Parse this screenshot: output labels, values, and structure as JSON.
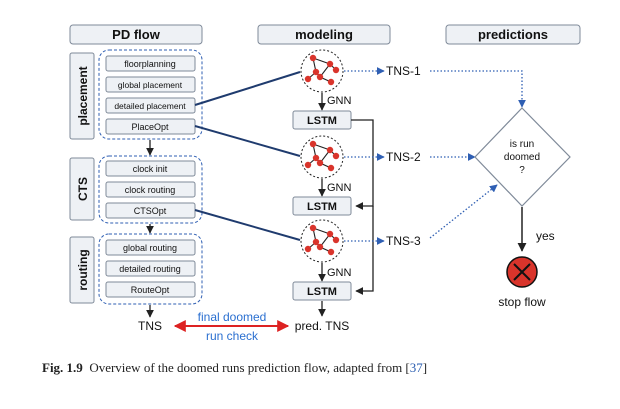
{
  "headers": {
    "pd_flow": "PD flow",
    "modeling": "modeling",
    "predictions": "predictions"
  },
  "groups": {
    "placement": "placement",
    "cts": "CTS",
    "routing": "routing"
  },
  "steps": {
    "floorplanning": "floorplanning",
    "global_placement": "global placement",
    "detailed_placement": "detailed placement",
    "placeopt": "PlaceOpt",
    "clock_init": "clock init",
    "clock_routing": "clock routing",
    "ctsopt": "CTSOpt",
    "global_routing": "global routing",
    "detailed_routing": "detailed routing",
    "routeopt": "RouteOpt"
  },
  "model": {
    "gnn": "GNN",
    "lstm": "LSTM",
    "pred_tns": "pred. TNS"
  },
  "tns": {
    "tns1": "TNS-1",
    "tns2": "TNS-2",
    "tns3": "TNS-3",
    "final": "TNS"
  },
  "check": {
    "line1": "final doomed",
    "line2": "run check"
  },
  "decision": {
    "line1": "is run",
    "line2": "doomed",
    "line3": "?",
    "yes": "yes",
    "stop": "stop flow"
  },
  "caption": {
    "fig": "Fig. 1.9",
    "text": "Overview of the doomed runs prediction flow, adapted from [",
    "ref": "37",
    "close": "]"
  },
  "colors": {
    "navy": "#1f3b6e",
    "blue_dotted": "#2f5fb3",
    "red_arrow": "#d22",
    "red_node": "#d9342b",
    "check_text": "#2a6fd0",
    "header_fill": "#eef1f5",
    "box_border": "#7f8a99"
  }
}
